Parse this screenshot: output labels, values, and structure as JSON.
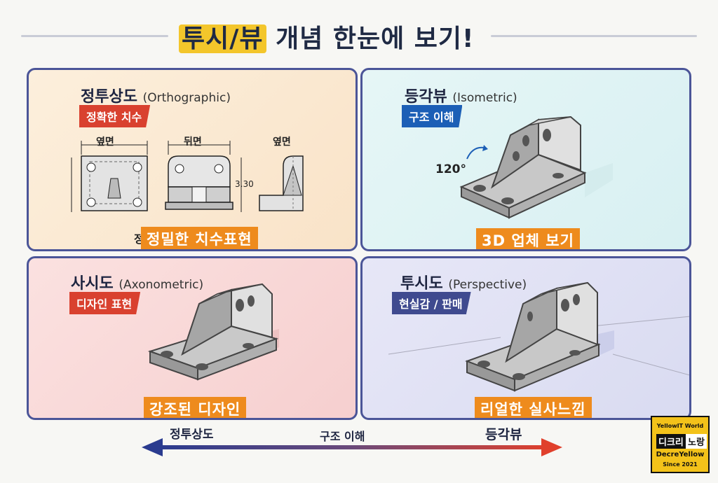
{
  "title": {
    "highlight": "투시/뷰",
    "rest": "개념 한눈에 보기!"
  },
  "panels": {
    "ortho": {
      "title": "정투상도",
      "title_en": "(Orthographic)",
      "tag": "정확한 치수",
      "views": [
        "옆면",
        "뒤면",
        "옆면"
      ],
      "dimension": "3.30",
      "caption_prefix": "정",
      "caption": "정밀한 치수표현"
    },
    "iso": {
      "title": "등각뷰",
      "title_en": "(Isometric)",
      "tag": "구조 이해",
      "angle": "120°",
      "caption": "3D 업체 보기"
    },
    "axono": {
      "title": "사시도",
      "title_en": "(Axonometric)",
      "tag": "디자인 표현",
      "caption": "강조된 디자인"
    },
    "persp": {
      "title": "투시도",
      "title_en": "(Perspective)",
      "tag": "현실감 / 판매",
      "caption": "리얼한 실사느낌"
    }
  },
  "bottom_arrow": {
    "left": "정투상도",
    "middle": "구조 이해",
    "right": "등각뷰"
  },
  "badge": {
    "line1": "YellowIT World",
    "line2a": "디크리",
    "line2b": "노랑",
    "line3": "DecreYellow",
    "line4": "Since 2021"
  },
  "colors": {
    "panel_border": "#4b5598",
    "caption_orange": "#ee8b1d",
    "tag_red": "#d9412f",
    "tag_blue": "#1c5fb6",
    "badge_yellow": "#f3c21a"
  }
}
